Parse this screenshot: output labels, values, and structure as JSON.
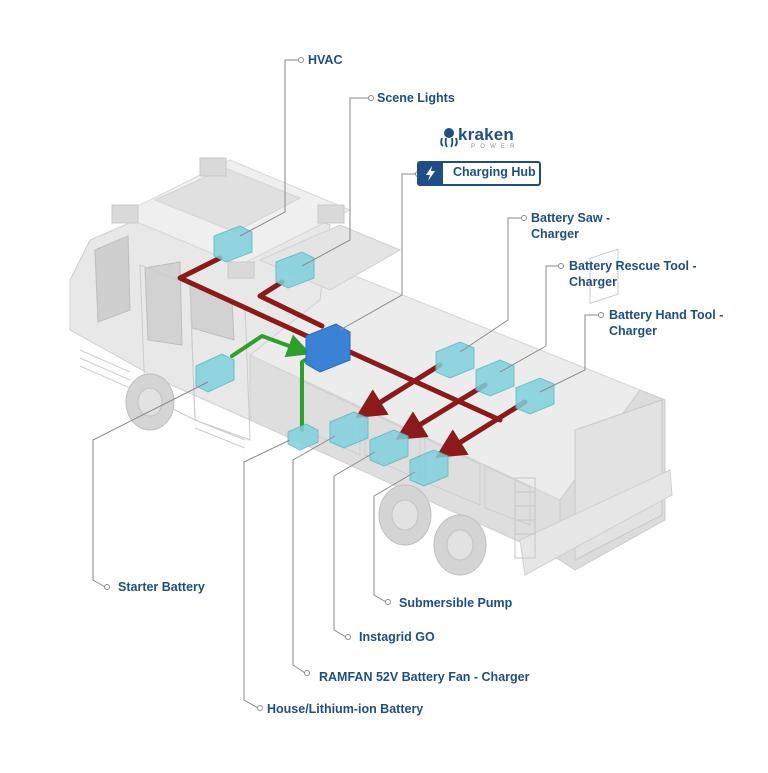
{
  "brand": {
    "name": "kraken",
    "subtitle": "POWER",
    "logo_icon": "octopus-icon"
  },
  "hub": {
    "label": "Charging Hub",
    "icon": "lightning-bolt-icon"
  },
  "colors": {
    "label_text": "#1f4e86",
    "hub_box": "#3b82d6",
    "component_box": "#7fd0dc",
    "power_line": "#8b1a1a",
    "starter_line": "#2e9e2e",
    "leader_line": "#8a8a8a",
    "truck_body": "#e6e6e6"
  },
  "components": {
    "hvac": "HVAC",
    "scene_lights": "Scene Lights",
    "battery_saw_line1": "Battery Saw -",
    "battery_saw_line2": "Charger",
    "rescue_tool_line1": "Battery Rescue Tool -",
    "rescue_tool_line2": "Charger",
    "hand_tool_line1": "Battery Hand Tool -",
    "hand_tool_line2": "Charger",
    "starter_battery": "Starter Battery",
    "submersible_pump": "Submersible Pump",
    "instagrid_go": "Instagrid GO",
    "ramfan": "RAMFAN 52V Battery Fan - Charger",
    "house_battery": "House/Lithium-ion Battery"
  }
}
